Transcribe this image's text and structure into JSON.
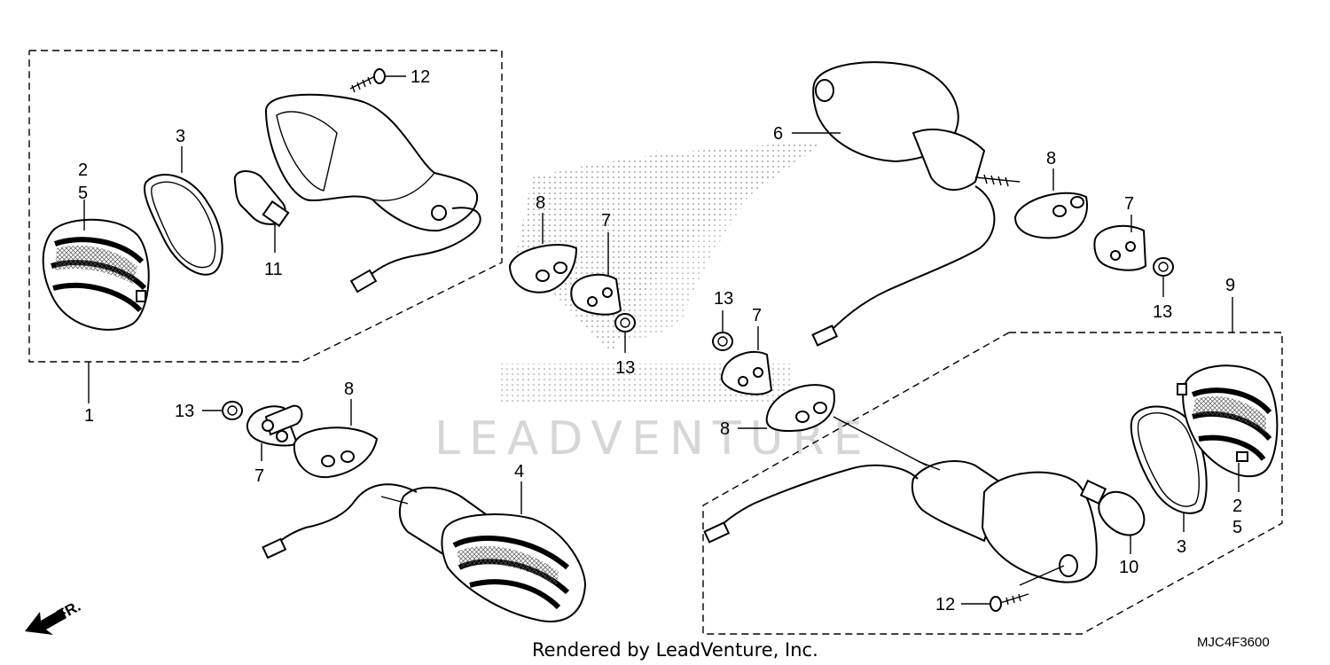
{
  "watermark": "LEADVENTURE",
  "footer": {
    "credit": "Rendered by LeadVenture, Inc.",
    "diagram_code": "MJC4F3600"
  },
  "direction": "FR.",
  "callouts": {
    "c1": "1",
    "c2": "2",
    "c3": "3",
    "c4": "4",
    "c5": "5",
    "c6": "6",
    "c7": "7",
    "c8": "8",
    "c9": "9",
    "c10": "10",
    "c11": "11",
    "c12": "12",
    "c13": "13"
  }
}
